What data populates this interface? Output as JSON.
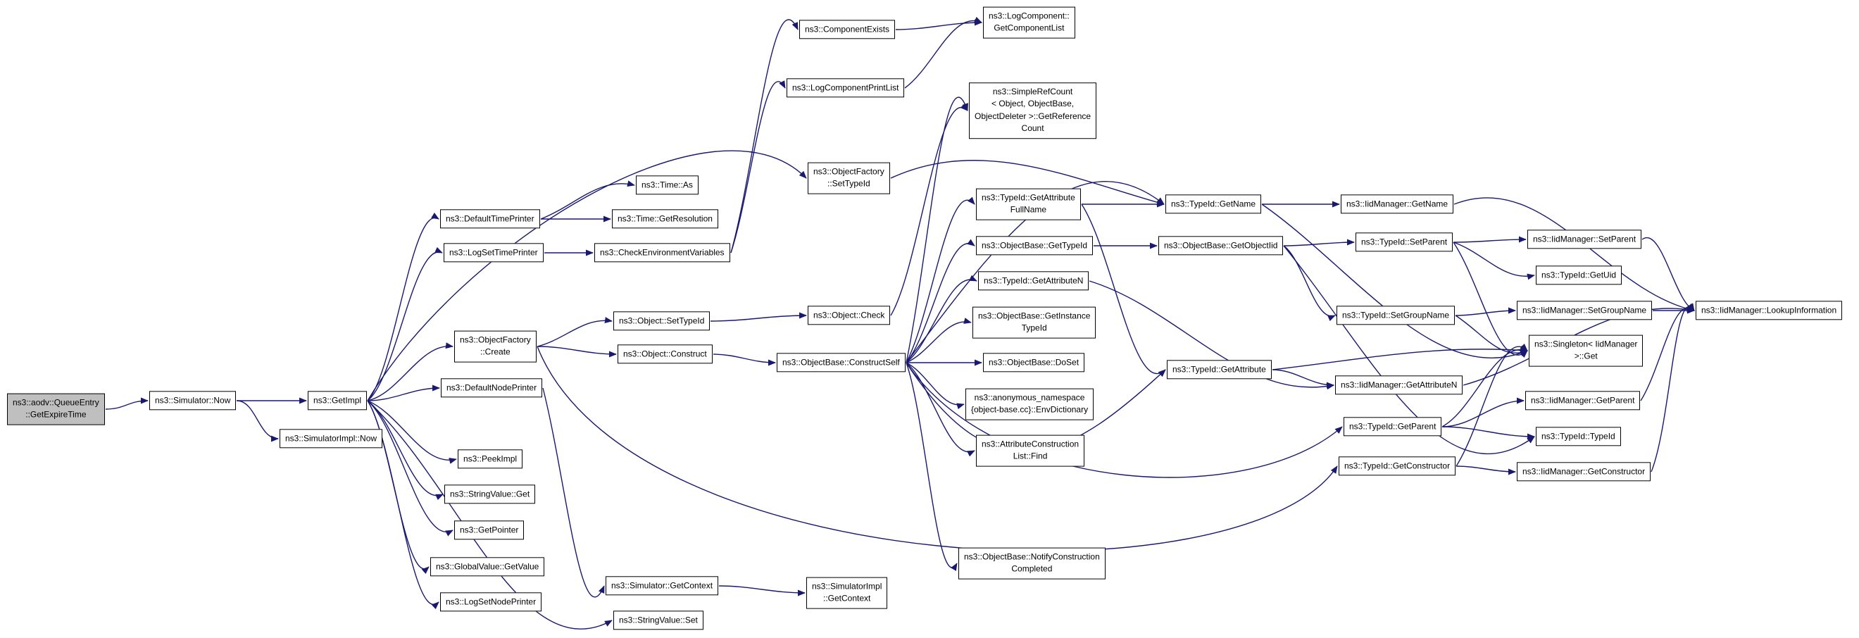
{
  "diagram": {
    "type": "doxygen-call-graph",
    "colors": {
      "background": "#ffffff",
      "edge": "#191970",
      "node_fill": "#ffffff",
      "node_border": "#000000",
      "highlight_fill": "#bfbfbf",
      "text": "#000000"
    },
    "nodes": [
      {
        "id": "get-expire-time",
        "label": "ns3::aodv::QueueEntry\n::GetExpireTime",
        "highlight": true
      },
      {
        "id": "simulator-now",
        "label": "ns3::Simulator::Now",
        "highlight": false
      },
      {
        "id": "simulatorimpl-now",
        "label": "ns3::SimulatorImpl::Now",
        "highlight": false
      },
      {
        "id": "getimpl",
        "label": "ns3::GetImpl",
        "highlight": false
      },
      {
        "id": "default-time-printer",
        "label": "ns3::DefaultTimePrinter",
        "highlight": false
      },
      {
        "id": "log-set-time-printer",
        "label": "ns3::LogSetTimePrinter",
        "highlight": false
      },
      {
        "id": "time-as",
        "label": "ns3::Time::As",
        "highlight": false
      },
      {
        "id": "time-get-resolution",
        "label": "ns3::Time::GetResolution",
        "highlight": false
      },
      {
        "id": "check-env",
        "label": "ns3::CheckEnvironmentVariables",
        "highlight": false
      },
      {
        "id": "component-exists",
        "label": "ns3::ComponentExists",
        "highlight": false
      },
      {
        "id": "log-component-print-list",
        "label": "ns3::LogComponentPrintList",
        "highlight": false
      },
      {
        "id": "get-component-list",
        "label": "ns3::LogComponent::\nGetComponentList",
        "highlight": false
      },
      {
        "id": "objectfactory-set-type-id",
        "label": "ns3::ObjectFactory\n::SetTypeId",
        "highlight": false
      },
      {
        "id": "objectfactory-create",
        "label": "ns3::ObjectFactory\n::Create",
        "highlight": false
      },
      {
        "id": "object-set-type-id",
        "label": "ns3::Object::SetTypeId",
        "highlight": false
      },
      {
        "id": "object-construct",
        "label": "ns3::Object::Construct",
        "highlight": false
      },
      {
        "id": "object-check",
        "label": "ns3::Object::Check",
        "highlight": false
      },
      {
        "id": "construct-self",
        "label": "ns3::ObjectBase::ConstructSelf",
        "highlight": false
      },
      {
        "id": "default-node-printer",
        "label": "ns3::DefaultNodePrinter",
        "highlight": false
      },
      {
        "id": "peek-impl",
        "label": "ns3::PeekImpl",
        "highlight": false
      },
      {
        "id": "string-value-get",
        "label": "ns3::StringValue::Get",
        "highlight": false
      },
      {
        "id": "get-pointer",
        "label": "ns3::GetPointer",
        "highlight": false
      },
      {
        "id": "global-value-get-value",
        "label": "ns3::GlobalValue::GetValue",
        "highlight": false
      },
      {
        "id": "log-set-node-printer",
        "label": "ns3::LogSetNodePrinter",
        "highlight": false
      },
      {
        "id": "simulator-get-context",
        "label": "ns3::Simulator::GetContext",
        "highlight": false
      },
      {
        "id": "string-value-set",
        "label": "ns3::StringValue::Set",
        "highlight": false
      },
      {
        "id": "simulatorimpl-get-context",
        "label": "ns3::SimulatorImpl\n::GetContext",
        "highlight": false
      },
      {
        "id": "get-reference-count",
        "label": "ns3::SimpleRefCount\n< Object, ObjectBase,\nObjectDeleter >::GetReference\nCount",
        "highlight": false
      },
      {
        "id": "get-attribute-full-name",
        "label": "ns3::TypeId::GetAttribute\nFullName",
        "highlight": false
      },
      {
        "id": "objectbase-get-type-id",
        "label": "ns3::ObjectBase::GetTypeId",
        "highlight": false
      },
      {
        "id": "typeid-get-attribute-n",
        "label": "ns3::TypeId::GetAttributeN",
        "highlight": false
      },
      {
        "id": "get-instance-type-id",
        "label": "ns3::ObjectBase::GetInstance\nTypeId",
        "highlight": false
      },
      {
        "id": "do-set",
        "label": "ns3::ObjectBase::DoSet",
        "highlight": false
      },
      {
        "id": "env-dictionary",
        "label": "ns3::anonymous_namespace\n{object-base.cc}::EnvDictionary",
        "highlight": false
      },
      {
        "id": "attr-list-find",
        "label": "ns3::AttributeConstruction\nList::Find",
        "highlight": false
      },
      {
        "id": "notify-construction-completed",
        "label": "ns3::ObjectBase::NotifyConstruction\nCompleted",
        "highlight": false
      },
      {
        "id": "typeid-get-name",
        "label": "ns3::TypeId::GetName",
        "highlight": false
      },
      {
        "id": "get-object-iid",
        "label": "ns3::ObjectBase::GetObjectIid",
        "highlight": false
      },
      {
        "id": "typeid-get-attribute",
        "label": "ns3::TypeId::GetAttribute",
        "highlight": false
      },
      {
        "id": "iidmanager-get-name",
        "label": "ns3::IidManager::GetName",
        "highlight": false
      },
      {
        "id": "typeid-set-parent",
        "label": "ns3::TypeId::SetParent",
        "highlight": false
      },
      {
        "id": "typeid-set-group-name",
        "label": "ns3::TypeId::SetGroupName",
        "highlight": false
      },
      {
        "id": "iidmanager-get-attribute-n",
        "label": "ns3::IidManager::GetAttributeN",
        "highlight": false
      },
      {
        "id": "typeid-get-parent",
        "label": "ns3::TypeId::GetParent",
        "highlight": false
      },
      {
        "id": "typeid-get-constructor",
        "label": "ns3::TypeId::GetConstructor",
        "highlight": false
      },
      {
        "id": "iidmanager-set-parent",
        "label": "ns3::IidManager::SetParent",
        "highlight": false
      },
      {
        "id": "typeid-get-uid",
        "label": "ns3::TypeId::GetUid",
        "highlight": false
      },
      {
        "id": "iidmanager-set-group-name",
        "label": "ns3::IidManager::SetGroupName",
        "highlight": false
      },
      {
        "id": "singleton-get",
        "label": "ns3::Singleton< IidManager\n>::Get",
        "highlight": false
      },
      {
        "id": "iidmanager-get-parent",
        "label": "ns3::IidManager::GetParent",
        "highlight": false
      },
      {
        "id": "typeid-typeid",
        "label": "ns3::TypeId::TypeId",
        "highlight": false
      },
      {
        "id": "iidmanager-get-constructor",
        "label": "ns3::IidManager::GetConstructor",
        "highlight": false
      },
      {
        "id": "lookup-information",
        "label": "ns3::IidManager::LookupInformation",
        "highlight": false
      }
    ],
    "edges": [
      {
        "from": "get-expire-time",
        "to": "simulator-now"
      },
      {
        "from": "simulator-now",
        "to": "getimpl"
      },
      {
        "from": "simulator-now",
        "to": "simulatorimpl-now"
      },
      {
        "from": "getimpl",
        "to": "default-time-printer",
        "bend": -40
      },
      {
        "from": "getimpl",
        "to": "log-set-time-printer",
        "bend": -30
      },
      {
        "from": "getimpl",
        "to": "objectfactory-set-type-id",
        "bend": -220
      },
      {
        "from": "getimpl",
        "to": "objectfactory-create",
        "bend": -10
      },
      {
        "from": "getimpl",
        "to": "default-node-printer"
      },
      {
        "from": "getimpl",
        "to": "peek-impl",
        "bend": 20
      },
      {
        "from": "getimpl",
        "to": "string-value-get",
        "bend": 30
      },
      {
        "from": "getimpl",
        "to": "get-pointer",
        "bend": 40
      },
      {
        "from": "getimpl",
        "to": "global-value-get-value",
        "bend": 50
      },
      {
        "from": "getimpl",
        "to": "log-set-node-printer",
        "bend": 60
      },
      {
        "from": "getimpl",
        "to": "string-value-set",
        "bend": 120
      },
      {
        "from": "default-time-printer",
        "to": "time-as",
        "bend": -20
      },
      {
        "from": "default-time-printer",
        "to": "time-get-resolution"
      },
      {
        "from": "log-set-time-printer",
        "to": "check-env"
      },
      {
        "from": "check-env",
        "to": "component-exists",
        "bend": -130
      },
      {
        "from": "check-env",
        "to": "log-component-print-list",
        "bend": -90
      },
      {
        "from": "component-exists",
        "to": "get-component-list"
      },
      {
        "from": "log-component-print-list",
        "to": "get-component-list",
        "bend": -30
      },
      {
        "from": "objectfactory-set-type-id",
        "to": "typeid-get-name",
        "bend": -60
      },
      {
        "from": "objectfactory-create",
        "to": "object-set-type-id",
        "bend": -10
      },
      {
        "from": "objectfactory-create",
        "to": "object-construct"
      },
      {
        "from": "objectfactory-create",
        "to": "typeid-get-constructor",
        "bend": 330
      },
      {
        "from": "object-set-type-id",
        "to": "object-check"
      },
      {
        "from": "object-construct",
        "to": "construct-self"
      },
      {
        "from": "object-check",
        "to": "get-reference-count",
        "bend": -70
      },
      {
        "from": "default-node-printer",
        "to": "simulator-get-context",
        "bend": 130
      },
      {
        "from": "simulator-get-context",
        "to": "simulatorimpl-get-context"
      },
      {
        "from": "construct-self",
        "to": "get-reference-count",
        "bend": -160
      },
      {
        "from": "construct-self",
        "to": "get-attribute-full-name",
        "bend": -70
      },
      {
        "from": "construct-self",
        "to": "objectbase-get-type-id",
        "bend": -45
      },
      {
        "from": "construct-self",
        "to": "typeid-get-attribute-n",
        "bend": -30
      },
      {
        "from": "construct-self",
        "to": "get-instance-type-id",
        "bend": -15
      },
      {
        "from": "construct-self",
        "to": "do-set"
      },
      {
        "from": "construct-self",
        "to": "env-dictionary",
        "bend": 15
      },
      {
        "from": "construct-self",
        "to": "attr-list-find",
        "bend": 30
      },
      {
        "from": "construct-self",
        "to": "notify-construction-completed",
        "bend": 80
      },
      {
        "from": "construct-self",
        "to": "typeid-get-attribute",
        "bend": 200
      },
      {
        "from": "construct-self",
        "to": "typeid-get-parent",
        "bend": 190
      },
      {
        "from": "construct-self",
        "to": "typeid-get-name",
        "bend": -170
      },
      {
        "from": "get-attribute-full-name",
        "to": "typeid-get-name"
      },
      {
        "from": "get-attribute-full-name",
        "to": "typeid-get-attribute",
        "bend": 70
      },
      {
        "from": "objectbase-get-type-id",
        "to": "get-object-iid"
      },
      {
        "from": "get-object-iid",
        "to": "typeid-set-parent"
      },
      {
        "from": "get-object-iid",
        "to": "typeid-set-group-name",
        "bend": 20
      },
      {
        "from": "get-object-iid",
        "to": "typeid-typeid",
        "bend": 160
      },
      {
        "from": "typeid-get-name",
        "to": "iidmanager-get-name"
      },
      {
        "from": "typeid-get-name",
        "to": "singleton-get",
        "bend": 90
      },
      {
        "from": "iidmanager-get-name",
        "to": "lookup-information",
        "bend": -50
      },
      {
        "from": "typeid-set-parent",
        "to": "iidmanager-set-parent"
      },
      {
        "from": "typeid-set-parent",
        "to": "typeid-get-uid",
        "bend": 15
      },
      {
        "from": "typeid-set-parent",
        "to": "singleton-get",
        "bend": 60
      },
      {
        "from": "iidmanager-set-parent",
        "to": "lookup-information",
        "bend": -20
      },
      {
        "from": "typeid-set-group-name",
        "to": "iidmanager-set-group-name"
      },
      {
        "from": "typeid-set-group-name",
        "to": "singleton-get",
        "bend": 25
      },
      {
        "from": "iidmanager-set-group-name",
        "to": "lookup-information"
      },
      {
        "from": "typeid-get-attribute",
        "to": "iidmanager-get-attribute-n"
      },
      {
        "from": "typeid-get-attribute",
        "to": "singleton-get",
        "bend": -15
      },
      {
        "from": "typeid-get-attribute-n",
        "to": "iidmanager-get-attribute-n",
        "bend": 40
      },
      {
        "from": "iidmanager-get-attribute-n",
        "to": "lookup-information",
        "bend": -35
      },
      {
        "from": "typeid-get-parent",
        "to": "iidmanager-get-parent"
      },
      {
        "from": "typeid-get-parent",
        "to": "singleton-get",
        "bend": -25
      },
      {
        "from": "typeid-get-parent",
        "to": "typeid-typeid"
      },
      {
        "from": "iidmanager-get-parent",
        "to": "lookup-information",
        "bend": -45
      },
      {
        "from": "typeid-get-constructor",
        "to": "iidmanager-get-constructor"
      },
      {
        "from": "typeid-get-constructor",
        "to": "singleton-get",
        "bend": -60
      },
      {
        "from": "iidmanager-get-constructor",
        "to": "lookup-information",
        "bend": -70
      }
    ]
  }
}
